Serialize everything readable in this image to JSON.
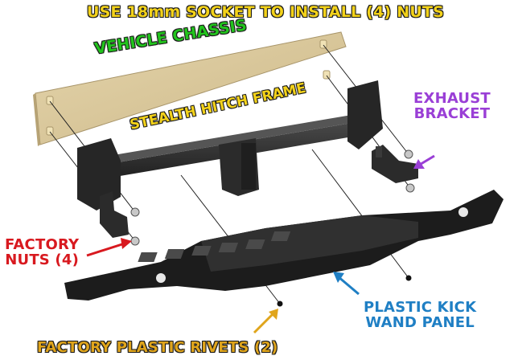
{
  "title": "USE 18mm SOCKET TO INSTALL (4) NUTS",
  "labels": {
    "vehicle_chassis": "VEHICLE CHASSIS",
    "stealth_hitch_frame": "STEALTH HITCH FRAME",
    "exhaust_bracket_line1": "EXHAUST",
    "exhaust_bracket_line2": "BRACKET",
    "factory_nuts_line1": "FACTORY",
    "factory_nuts_line2": "NUTS (4)",
    "plastic_kick_line1": "PLASTIC KICK",
    "plastic_kick_line2": "WAND PANEL",
    "factory_rivets": "FACTORY PLASTIC RIVETS (2)"
  },
  "colors": {
    "title": "#f3d21a",
    "vehicle_chassis": "#22c41d",
    "stealth_hitch_frame": "#f3d21a",
    "exhaust_bracket": "#9a3fd6",
    "factory_nuts": "#d8191f",
    "plastic_kick": "#1f7fc4",
    "factory_rivets": "#e0a51c",
    "chassis_panel": "#d9c79a",
    "metal_dark": "#2d2d2d"
  },
  "icons": [
    "arrow-icon",
    "nut-icon",
    "rivet-icon",
    "bolt-stud-icon"
  ]
}
